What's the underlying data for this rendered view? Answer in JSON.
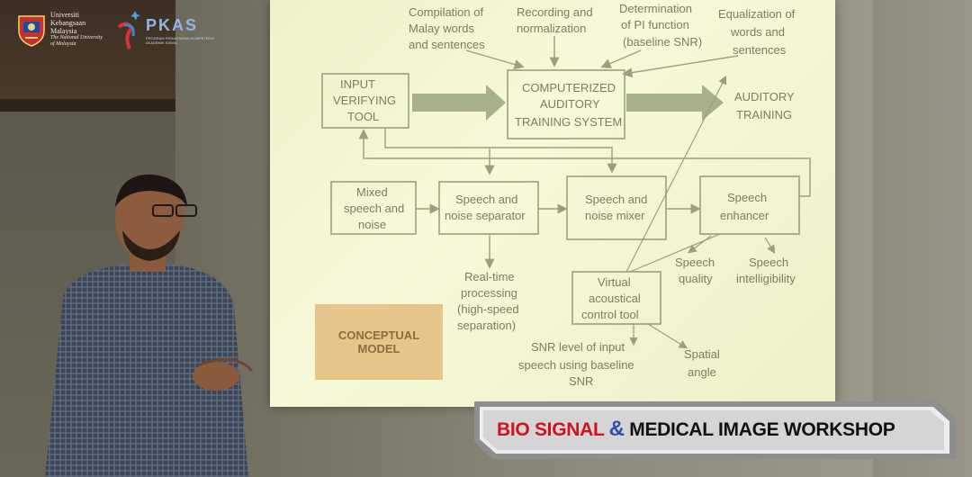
{
  "logos": {
    "ukm": {
      "lines": [
        "Universiti",
        "Kebangsaan",
        "Malaysia"
      ],
      "subtitle": [
        "The National University",
        "of Malaysia"
      ]
    },
    "pkas": {
      "name": "PKAS",
      "subtitle": "PROGRAM PEMANTAPAN KOMPETENSI AKADEMIK SISWA"
    }
  },
  "diagram": {
    "top_notes": {
      "compilation": [
        "Compilation of",
        "Malay words",
        "and sentences"
      ],
      "recording": [
        "Recording and",
        "normalization"
      ],
      "determination": [
        "Determination",
        "of PI function",
        "(baseline SNR)"
      ],
      "equalization": [
        "Equalization of",
        "words and",
        "sentences"
      ]
    },
    "input_tool": [
      "INPUT",
      "VERIFYING",
      "TOOL"
    ],
    "computerized": [
      "COMPUTERIZED",
      "AUDITORY",
      "TRAINING SYSTEM"
    ],
    "auditory_training": [
      "AUDITORY",
      "TRAINING"
    ],
    "mixed": [
      "Mixed",
      "speech and",
      "noise"
    ],
    "separator": [
      "Speech and",
      "noise separator"
    ],
    "mixer": [
      "Speech and",
      "noise mixer"
    ],
    "enhancer": [
      "Speech",
      "enhancer"
    ],
    "realtime": [
      "Real-time",
      "processing",
      "(high-speed",
      "separation)"
    ],
    "virtual": [
      "Virtual",
      "acoustical",
      "control tool"
    ],
    "quality": [
      "Speech",
      "quality"
    ],
    "intelligibility": [
      "Speech",
      "intelligibility"
    ],
    "snr": [
      "SNR level of input",
      "speech using baseline",
      "SNR"
    ],
    "spatial": [
      "Spatial",
      "angle"
    ],
    "conceptual": [
      "CONCEPTUAL",
      "MODEL"
    ]
  },
  "banner": {
    "part1": "BIO SIGNAL",
    "amp": "&",
    "part2": "MEDICAL IMAGE WORKSHOP"
  },
  "colors": {
    "banner_red": "#d0121e",
    "banner_blue": "#2c4fb0",
    "conceptual_box": "#e6c58a",
    "screen": "#f2f3d0"
  }
}
